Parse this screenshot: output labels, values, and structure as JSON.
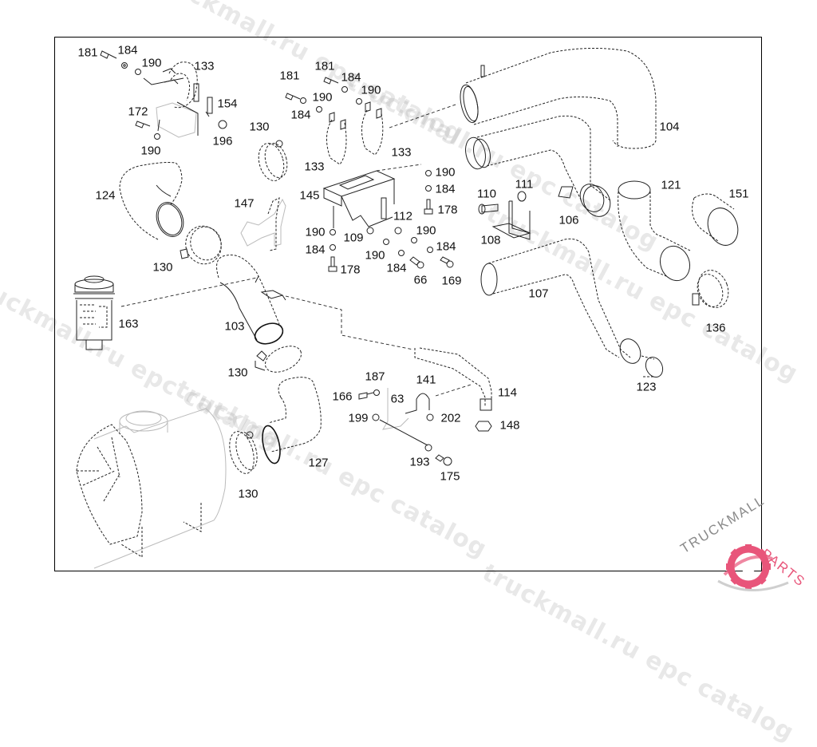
{
  "diagram": {
    "type": "exploded-parts-diagram",
    "subject": "Air intake system (air filter, hoses, clamps, brackets)"
  },
  "watermarks": [
    {
      "text": "truckmall.ru epc catalog"
    },
    {
      "text": "truckmall.ru epc catalog"
    },
    {
      "text": "truckmall.ru epc catalog"
    },
    {
      "text": "truckmall.ru epc catalog"
    },
    {
      "text": "truckmall.ru epc catalog"
    },
    {
      "text": "truckmall.ru epc catalog"
    }
  ],
  "logo": {
    "text_dark": "TRUCKMALL",
    "text_accent": "PARTS",
    "accent_color": "#e8557a",
    "dark_color": "#8a8a8a"
  },
  "parts": [
    {
      "id": "p181a",
      "label": "181"
    },
    {
      "id": "p184a",
      "label": "184"
    },
    {
      "id": "p190a",
      "label": "190"
    },
    {
      "id": "p133a",
      "label": "133"
    },
    {
      "id": "p154",
      "label": "154"
    },
    {
      "id": "p172",
      "label": "172"
    },
    {
      "id": "p190b",
      "label": "190"
    },
    {
      "id": "p196",
      "label": "196"
    },
    {
      "id": "p181b",
      "label": "181"
    },
    {
      "id": "p181c",
      "label": "181"
    },
    {
      "id": "p184b",
      "label": "184"
    },
    {
      "id": "p190c",
      "label": "190"
    },
    {
      "id": "p184c",
      "label": "184"
    },
    {
      "id": "p190d",
      "label": "190"
    },
    {
      "id": "p130a",
      "label": "130"
    },
    {
      "id": "p133b",
      "label": "133"
    },
    {
      "id": "p133c",
      "label": "133"
    },
    {
      "id": "p104",
      "label": "104"
    },
    {
      "id": "p124",
      "label": "124"
    },
    {
      "id": "p147",
      "label": "147"
    },
    {
      "id": "p145",
      "label": "145"
    },
    {
      "id": "p190e",
      "label": "190"
    },
    {
      "id": "p184d",
      "label": "184"
    },
    {
      "id": "p178a",
      "label": "178"
    },
    {
      "id": "p110",
      "label": "110"
    },
    {
      "id": "p111",
      "label": "111"
    },
    {
      "id": "p121",
      "label": "121"
    },
    {
      "id": "p151",
      "label": "151"
    },
    {
      "id": "p106",
      "label": "106"
    },
    {
      "id": "p108",
      "label": "108"
    },
    {
      "id": "p112",
      "label": "112"
    },
    {
      "id": "p190f",
      "label": "190"
    },
    {
      "id": "p109",
      "label": "109"
    },
    {
      "id": "p190g",
      "label": "190"
    },
    {
      "id": "p184e",
      "label": "184"
    },
    {
      "id": "p190h",
      "label": "190"
    },
    {
      "id": "p184f",
      "label": "184"
    },
    {
      "id": "p184g",
      "label": "184"
    },
    {
      "id": "p178b",
      "label": "178"
    },
    {
      "id": "p66",
      "label": "66"
    },
    {
      "id": "p169",
      "label": "169"
    },
    {
      "id": "p130b",
      "label": "130"
    },
    {
      "id": "p107",
      "label": "107"
    },
    {
      "id": "p163",
      "label": "163"
    },
    {
      "id": "p103",
      "label": "103"
    },
    {
      "id": "p136",
      "label": "136"
    },
    {
      "id": "p130c",
      "label": "130"
    },
    {
      "id": "p123",
      "label": "123"
    },
    {
      "id": "p187",
      "label": "187"
    },
    {
      "id": "p141",
      "label": "141"
    },
    {
      "id": "p166",
      "label": "166"
    },
    {
      "id": "p63",
      "label": "63"
    },
    {
      "id": "p114",
      "label": "114"
    },
    {
      "id": "p199",
      "label": "199"
    },
    {
      "id": "p202",
      "label": "202"
    },
    {
      "id": "p148",
      "label": "148"
    },
    {
      "id": "p127",
      "label": "127"
    },
    {
      "id": "p193",
      "label": "193"
    },
    {
      "id": "p175",
      "label": "175"
    },
    {
      "id": "p130d",
      "label": "130"
    }
  ]
}
